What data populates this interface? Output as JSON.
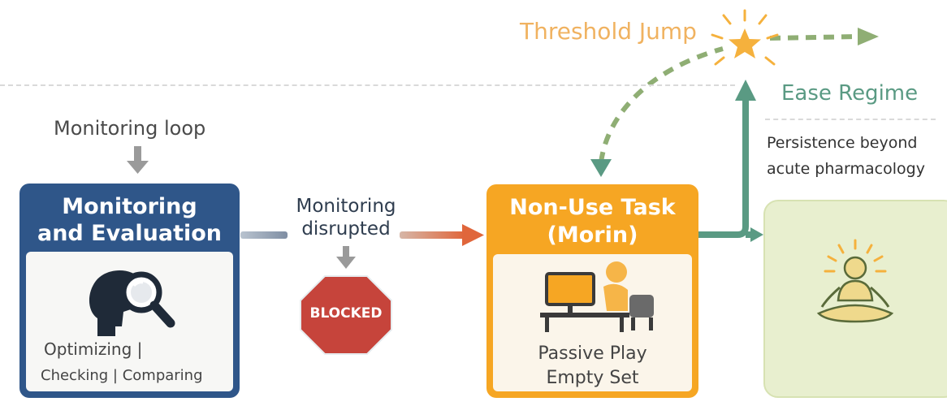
{
  "header": {
    "threshold_jump": "Threshold Jump",
    "ease_regime": "Ease Regime",
    "persistence_line1": "Persistence beyond",
    "persistence_line2": "acute pharmacology"
  },
  "monitoring": {
    "loop_label": "Monitoring loop",
    "title_line1": "Monitoring",
    "title_line2": "and Evaluation",
    "caption_line1": "Optimizing |",
    "caption_line2": "Checking | Comparing"
  },
  "disruption": {
    "label_line1": "Monitoring",
    "label_line2": "disrupted",
    "stop_sign": "BLOCKED"
  },
  "nonuse": {
    "title_line1": "Non-Use Task",
    "title_line2": "(Morin)",
    "caption_line1": "Passive Play",
    "caption_line2": "Empty Set"
  },
  "colors": {
    "navy": "#2f5689",
    "orange": "#f6a623",
    "teal": "#5a9a83",
    "olive_dashed": "#8fae74",
    "stop_red": "#c6443b",
    "ease_fill": "#e8efcf",
    "text_gray": "#555555",
    "star": "#f5b13d"
  },
  "icons": {
    "monitoring_icon": "head-magnifier-icon",
    "nonuse_icon": "person-at-computer-icon",
    "ease_icon": "meditating-person-icon",
    "stop_icon": "stop-sign-icon",
    "star_icon": "burst-star-icon"
  }
}
